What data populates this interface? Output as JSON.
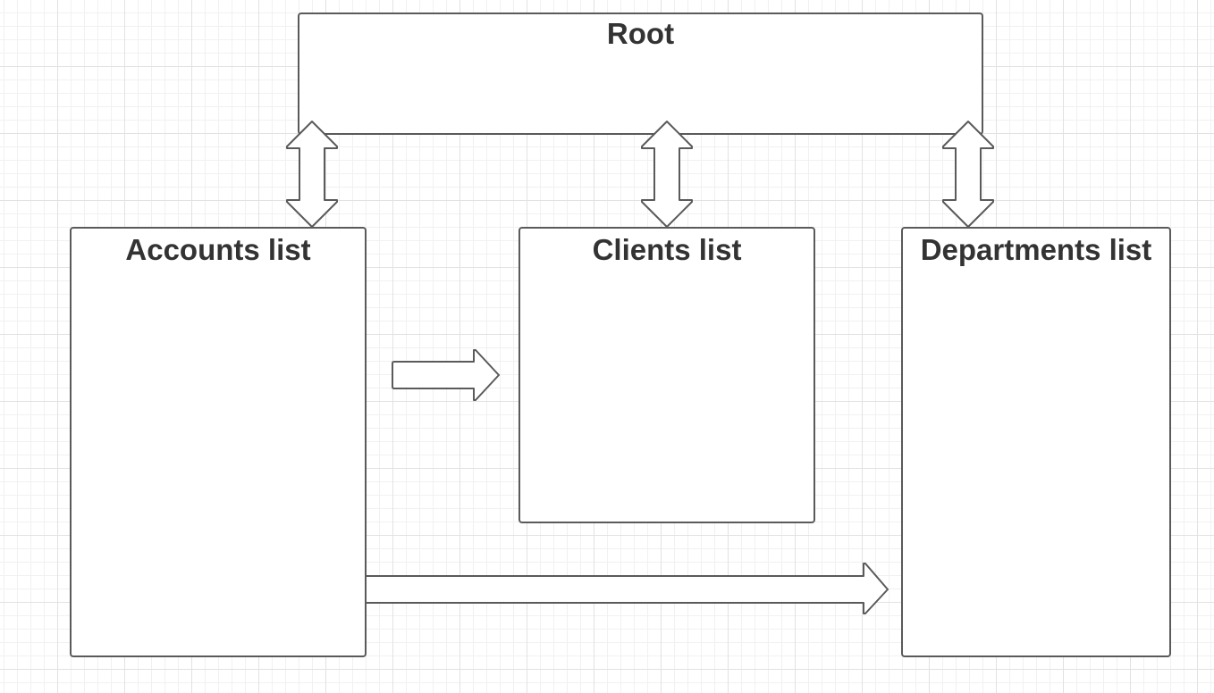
{
  "diagram": {
    "nodes": {
      "root": {
        "label": "Root"
      },
      "accounts": {
        "label": "Accounts list"
      },
      "clients": {
        "label": "Clients list"
      },
      "departments": {
        "label": "Departments list"
      }
    },
    "connectors": [
      {
        "from": "root",
        "to": "accounts",
        "direction": "bidirectional"
      },
      {
        "from": "root",
        "to": "clients",
        "direction": "bidirectional"
      },
      {
        "from": "root",
        "to": "departments",
        "direction": "bidirectional"
      },
      {
        "from": "accounts",
        "to": "clients",
        "direction": "one-way"
      },
      {
        "from": "accounts",
        "to": "departments",
        "direction": "one-way"
      }
    ]
  },
  "colors": {
    "stroke": "#5a5a5a",
    "text": "#333333",
    "fill": "#ffffff",
    "grid": "#e2e2e2"
  }
}
